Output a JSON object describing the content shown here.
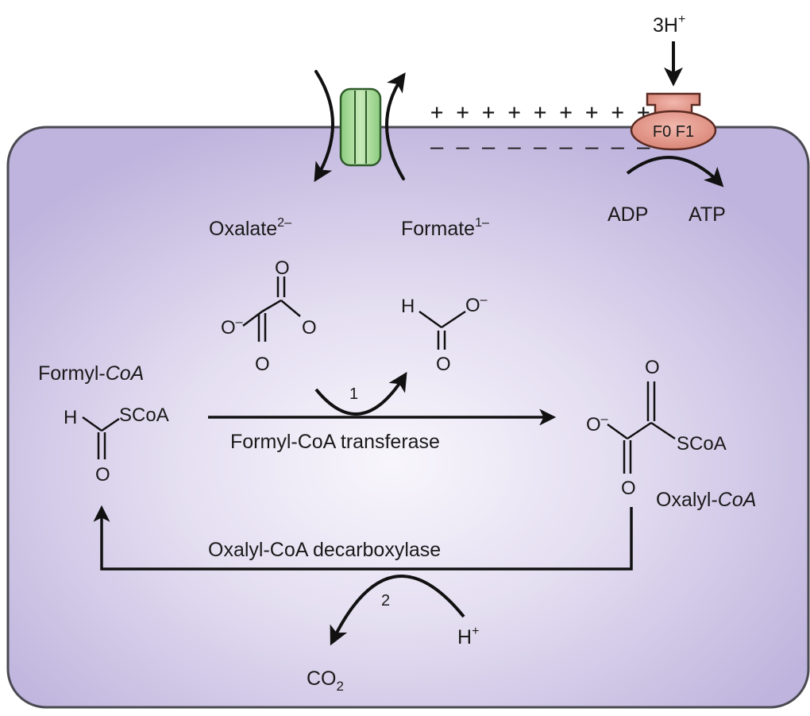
{
  "membrane_signs": {
    "outside": "+ + + + + + + + +",
    "inside": "– – – – – – – – –"
  },
  "proton_input": {
    "text": "3H",
    "sup": "+"
  },
  "atp_synthase": {
    "label": "F0 F1"
  },
  "adp": "ADP",
  "atp": "ATP",
  "oxalate": {
    "text": "Oxalate",
    "sup": "2–"
  },
  "formate": {
    "text": "Formate",
    "sup": "1–"
  },
  "oxalate_structure": {
    "o_top": "O",
    "o_minus": "O",
    "o_minus_sup": "–",
    "o_right": "O",
    "o_bottom": "O"
  },
  "formate_structure": {
    "h": "H",
    "o_minus": "O",
    "o_minus_sup": "–",
    "o_bottom": "O"
  },
  "formyl_coa": {
    "name_plain": "Formyl-",
    "name_italic": "CoA",
    "h": "H",
    "scoa": "SCoA",
    "o": "O"
  },
  "oxalyl_coa": {
    "name_plain": "Oxalyl-",
    "name_italic": "CoA",
    "o_top": "O",
    "o_minus": "O",
    "o_minus_sup": "–",
    "scoa": "SCoA",
    "o_bottom": "O"
  },
  "reaction1": {
    "number": "1",
    "enzyme": "Formyl-CoA transferase"
  },
  "reaction2": {
    "number": "2",
    "enzyme": "Oxalyl-CoA decarboxylase"
  },
  "proton": {
    "text": "H",
    "sup": "+"
  },
  "co2": {
    "text": "CO",
    "sub": "2"
  },
  "colors": {
    "cell_fill": "#c9c0e3",
    "cell_center": "#f7f5fc",
    "cell_border": "#4a4a52",
    "transporter": "#a6d99a",
    "atp_synthase": "#e0958a"
  }
}
